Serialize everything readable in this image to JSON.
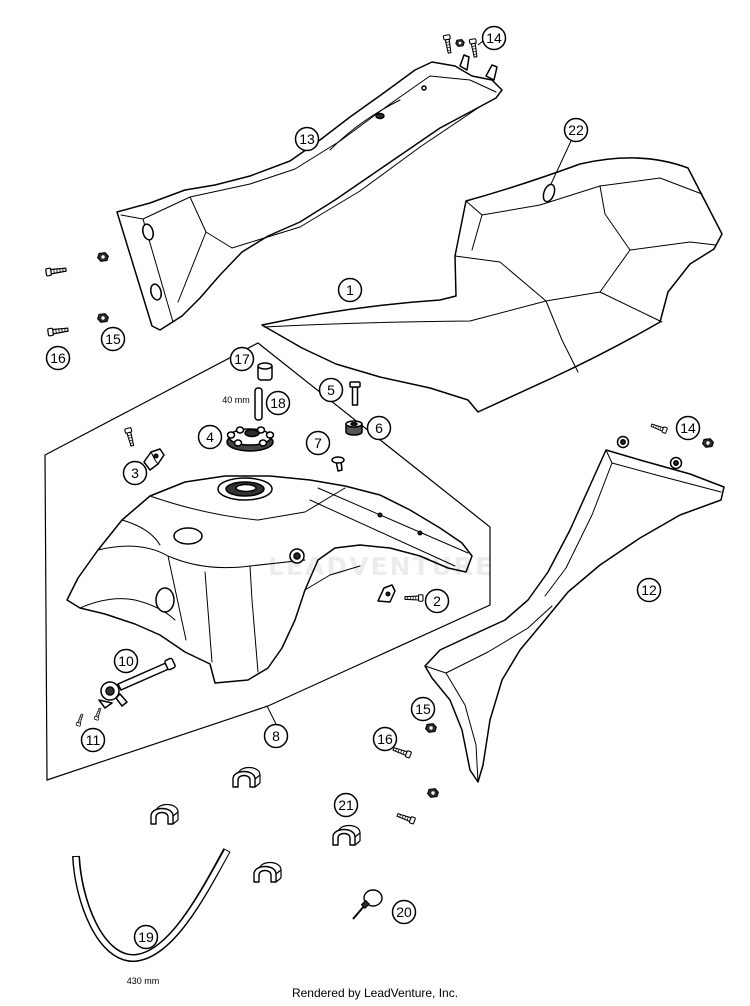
{
  "diagram": {
    "callouts": [
      "14",
      "13",
      "22",
      "1",
      "15",
      "16",
      "17",
      "18",
      "5",
      "6",
      "4",
      "7",
      "3",
      "14",
      "12",
      "2",
      "10",
      "11",
      "8",
      "15",
      "16",
      "21",
      "19",
      "20"
    ],
    "labels": {
      "part18_length": "40 mm",
      "part19_length": "430 mm"
    },
    "watermark": "LEADVENTURE",
    "credit": "Rendered by LeadVenture, Inc."
  },
  "colors": {
    "ink": "#000000",
    "paper": "#ffffff"
  }
}
